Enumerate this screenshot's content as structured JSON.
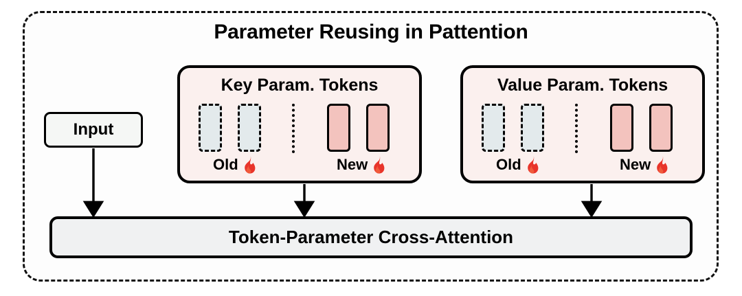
{
  "diagram": {
    "title": "Parameter Reusing in Pattention",
    "frame_style": "dashed-rounded",
    "colors": {
      "panel_fill": "#fbf0ee",
      "old_token_fill": "#e3eaec",
      "new_token_fill": "#f3c3be",
      "bar_fill": "#f0f1f2",
      "input_fill": "#f5f7f5",
      "flame": "#e8342a",
      "stroke": "#000000"
    }
  },
  "input": {
    "label": "Input"
  },
  "panels": [
    {
      "id": "key",
      "title": "Key Param. Tokens",
      "old": {
        "label": "Old",
        "icon": "flame-icon",
        "token_count": 2,
        "token_style": "dashed"
      },
      "new": {
        "label": "New",
        "icon": "flame-icon",
        "token_count": 2,
        "token_style": "solid"
      }
    },
    {
      "id": "value",
      "title": "Value Param. Tokens",
      "old": {
        "label": "Old",
        "icon": "flame-icon",
        "token_count": 2,
        "token_style": "dashed"
      },
      "new": {
        "label": "New",
        "icon": "flame-icon",
        "token_count": 2,
        "token_style": "solid"
      }
    }
  ],
  "cross_attention": {
    "label": "Token-Parameter Cross-Attention"
  },
  "arrows": [
    {
      "id": "input-to-bar",
      "from": "input",
      "to": "cross-attention"
    },
    {
      "id": "key-to-bar",
      "from": "key-panel",
      "to": "cross-attention"
    },
    {
      "id": "value-to-bar",
      "from": "value-panel",
      "to": "cross-attention"
    }
  ]
}
